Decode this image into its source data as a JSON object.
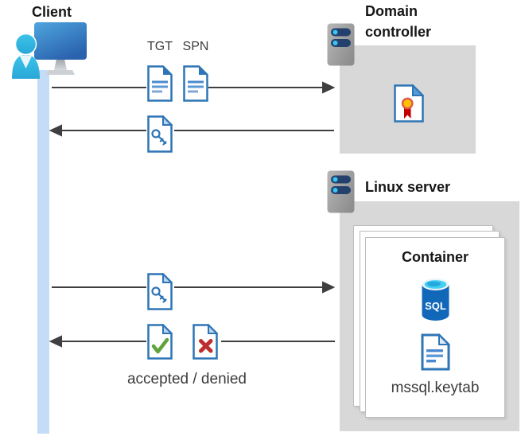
{
  "diagram": {
    "client": {
      "label": "Client"
    },
    "kerberos_request": {
      "tgt_label": "TGT",
      "spn_label": "SPN"
    },
    "domain_controller": {
      "label": "Domain controller"
    },
    "linux_server": {
      "label": "Linux server"
    },
    "container": {
      "title": "Container",
      "sql_badge": "SQL",
      "keytab_label": "mssql.keytab"
    },
    "auth_result": {
      "label": "accepted / denied"
    },
    "icons": {
      "client": "person-at-monitor-icon",
      "domain_controller": "server-rack-icon",
      "linux_server": "server-rack-icon",
      "tgt": "text-document-icon",
      "spn": "text-document-icon",
      "service_ticket": "key-document-icon",
      "certificate": "certificate-ribbon-icon",
      "accepted": "checkmark-document-icon",
      "denied": "cross-document-icon",
      "database": "sql-database-cylinder-icon",
      "keytab": "text-document-icon"
    },
    "colors": {
      "doc_border_blue": "#2E75B6",
      "doc_line_blue": "#4A89CE",
      "lane_light_blue": "#C5DCF6",
      "zone_gray": "#D8D8D8",
      "arrow_dark_gray": "#3F3F3F",
      "accepted_green": "#5FA33C",
      "denied_red": "#BE2E2E",
      "seal_yellow": "#FFC000",
      "seal_ring_orange": "#E2574C",
      "ribbon_red": "#C00000",
      "server_pill_navy": "#24416E",
      "server_dot_cyan": "#38C6F4",
      "sql_body_blue": "#1268B8",
      "sql_top_cyan": "#45CFF2",
      "monitor_blue_top": "#4FA6DE",
      "monitor_blue_bottom": "#2A62AE",
      "person_cyan": "#2FB9E2"
    }
  }
}
